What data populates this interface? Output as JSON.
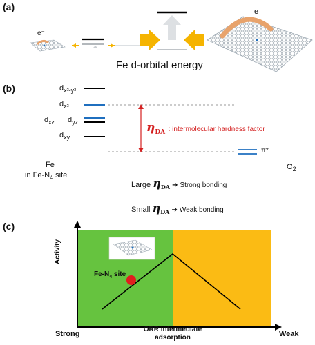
{
  "panel_a": {
    "label": "(a)",
    "electron_left": "e⁻",
    "electron_right": "e⁻",
    "caption": "Fe d-orbital energy",
    "colors": {
      "arrow": "#f5b400",
      "sheet": "#9aa6b0",
      "arc": "#e8a36c"
    }
  },
  "panel_b": {
    "label": "(b)",
    "orbitals": [
      {
        "name": "d",
        "sub": "x²-y²",
        "color": "#000000"
      },
      {
        "name": "d",
        "sub": "z²",
        "color": "#1f6fbf"
      },
      {
        "name": "d",
        "sub": "xz",
        "color": "#1f6fbf"
      },
      {
        "name": "d",
        "sub": "yz",
        "color": "#000000"
      },
      {
        "name": "d",
        "sub": "xy",
        "color": "#000000"
      }
    ],
    "eta_symbol": "η",
    "eta_subscript": "DA",
    "eta_desc": ": intermolecular hardness factor",
    "pi_star": "π*",
    "fe_label": "Fe",
    "fe_site_prefix": "in Fe-N",
    "fe_site_sub": "4",
    "fe_site_suffix": " site",
    "o2_main": "O",
    "o2_sub": "2",
    "large_word": "Large",
    "strong_text": "Strong bonding",
    "small_word": "Small",
    "weak_text": "Weak bonding",
    "colors": {
      "eta": "#d42020",
      "line_blue": "#1f6fbf",
      "dash": "#9a9a9a"
    }
  },
  "panel_c": {
    "label": "(c)",
    "y_axis": "Activity",
    "site_prefix": "Fe-N",
    "site_sub": "4",
    "site_suffix": " site",
    "x_left": "Strong",
    "x_mid_1": "ORR intermediate",
    "x_mid_2": "adsorption",
    "x_right": "Weak",
    "colors": {
      "green": "#66c33f",
      "orange": "#fbbb14",
      "dot": "#e01e1e"
    }
  }
}
